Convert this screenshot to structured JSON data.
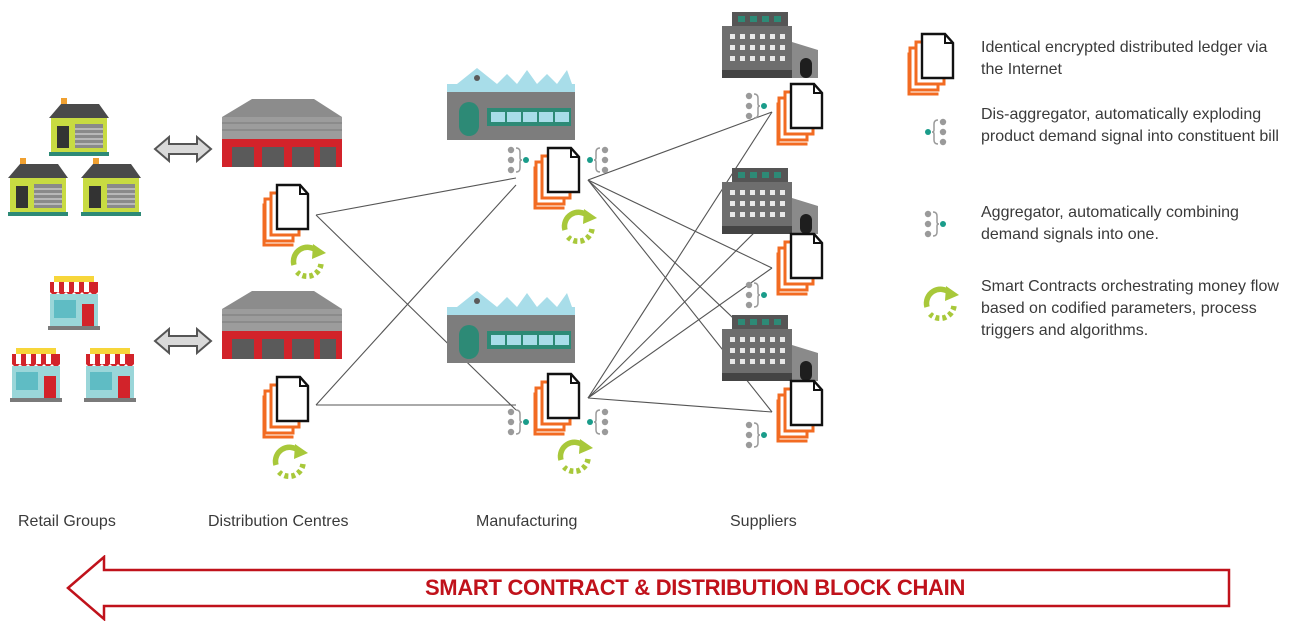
{
  "stages": [
    {
      "id": "retail",
      "label": "Retail Groups"
    },
    {
      "id": "distribution",
      "label": "Distribution Centres"
    },
    {
      "id": "manufacturing",
      "label": "Manufacturing"
    },
    {
      "id": "suppliers",
      "label": "Suppliers"
    }
  ],
  "legend": [
    {
      "icon": "ledger-stack-icon",
      "text": "Identical encrypted distributed ledger via the Internet"
    },
    {
      "icon": "dis-aggregator-icon",
      "text": "Dis-aggregator, automatically exploding product demand signal into constituent bill"
    },
    {
      "icon": "aggregator-icon",
      "text": "Aggregator, automatically combining demand signals into one."
    },
    {
      "icon": "smart-contract-cycle-icon",
      "text": "Smart Contracts orchestrating money flow based on codified parameters, process triggers and algorithms."
    }
  ],
  "banner": {
    "text": "SMART CONTRACT & DISTRIBUTION BLOCK CHAIN",
    "direction": "left"
  },
  "colors": {
    "ledger": "#f26b22",
    "cycle": "#a8c83a",
    "node_dot": "#9a9a9a",
    "node_accent": "#1a9c8a",
    "warehouse_roof": "#8c8c8c",
    "warehouse_wall": "#d2232a",
    "factory_roof": "#a8dde9",
    "factory_wall": "#7d7d7d",
    "supplier_wall": "#6e6e6e",
    "house_wall": "#c8db42",
    "house_roof": "#4a4a4a",
    "store_wall": "#9ad6d9",
    "banner_red": "#c0121b"
  }
}
